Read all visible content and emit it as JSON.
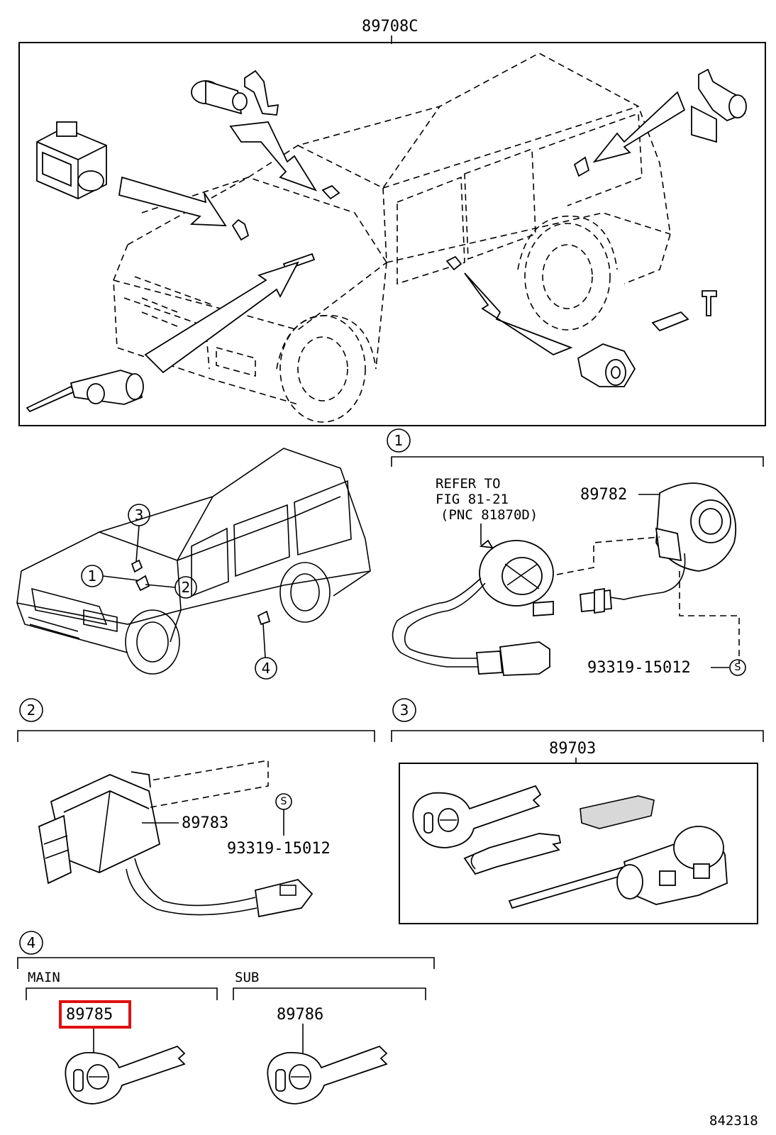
{
  "top_part_number": "89708C",
  "callouts": {
    "c1": "1",
    "c2": "2",
    "c3": "3",
    "c4": "4"
  },
  "section1": {
    "refer_line1": "REFER TO",
    "refer_line2": "FIG 81-21",
    "refer_line3": "(PNC 81870D)",
    "part_a": "89782",
    "part_b": "93319-15012",
    "s_mark": "S"
  },
  "section2": {
    "part_a": "89783",
    "part_b": "93319-15012",
    "s_mark": "S"
  },
  "section3": {
    "part_a": "89703"
  },
  "section4": {
    "main_label": "MAIN",
    "sub_label": "SUB",
    "main_part": "89785",
    "sub_part": "89786"
  },
  "figure_id": "842318",
  "colors": {
    "line": "#000000",
    "highlight": "#e01010",
    "background": "#ffffff"
  }
}
